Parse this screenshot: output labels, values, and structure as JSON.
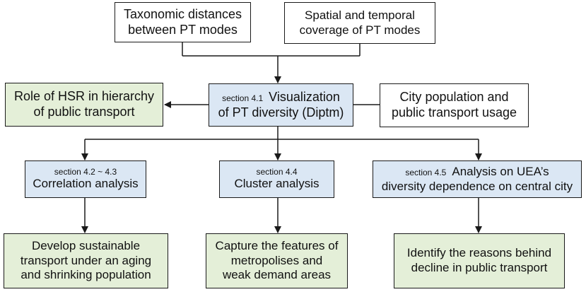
{
  "nodes": {
    "taxonomic": {
      "lines": [
        "Taxonomic distances",
        "between PT modes"
      ]
    },
    "coverage": {
      "lines": [
        "Spatial and temporal",
        "coverage of PT modes"
      ]
    },
    "visualization": {
      "section": "section 4.1",
      "lines": [
        "Visualization",
        "of PT diversity (Diptm)"
      ]
    },
    "hsr": {
      "lines": [
        "Role of HSR in hierarchy",
        "of public transport"
      ]
    },
    "population": {
      "lines": [
        "City population  and",
        "public transport usage"
      ]
    },
    "correlation": {
      "section": "section 4.2 ~ 4.3",
      "lines": [
        "Correlation analysis"
      ]
    },
    "cluster": {
      "section": "section 4.4",
      "lines": [
        "Cluster analysis"
      ]
    },
    "uea": {
      "section": "section 4.5",
      "lines": [
        "Analysis on UEA’s",
        "diversity dependence on central city"
      ]
    },
    "sustainable": {
      "lines": [
        "Develop sustainable",
        "transport under an aging",
        "and shrinking population"
      ]
    },
    "features": {
      "lines": [
        "Capture the features of",
        "metropolises  and",
        "weak demand areas"
      ]
    },
    "decline": {
      "lines": [
        "Identify the reasons behind",
        "decline in public transport"
      ]
    }
  },
  "colors": {
    "line": "#1a1a1a",
    "process_fill": "#dbe7f4",
    "outcome_fill": "#e4efd8",
    "input_fill": "#ffffff"
  }
}
